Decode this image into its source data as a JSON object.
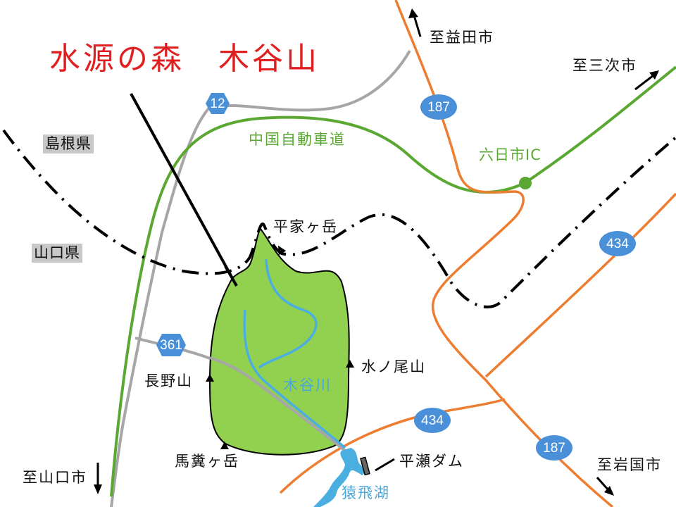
{
  "title": "水源の森　木谷山",
  "prefectures": {
    "shimane": "島根県",
    "yamaguchi": "山口県"
  },
  "expressway": {
    "name": "中国自動車道",
    "interchange": "六日市IC",
    "color": "#5aa832"
  },
  "directions": {
    "masuda": "至益田市",
    "miyoshi": "至三次市",
    "yamaguchi": "至山口市",
    "iwakuni": "至岩国市"
  },
  "routes": {
    "r12": "12",
    "r187_north": "187",
    "r187_south": "187",
    "r434_east": "434",
    "r434_south": "434",
    "r361": "361"
  },
  "mountains": {
    "heike": "平家ヶ岳",
    "nagano": "長野山",
    "mizunoo": "水ノ尾山",
    "bafun": "馬糞ヶ岳"
  },
  "water": {
    "river": "木谷川",
    "lake": "猿飛湖",
    "dam": "平瀬ダム"
  },
  "colors": {
    "forest": "#92d050",
    "national_route": "#ed7d31",
    "prefectural_route": "#a6a6a6",
    "shield": "#4a90d9",
    "river": "#4aaee0",
    "title": "#e02020"
  }
}
